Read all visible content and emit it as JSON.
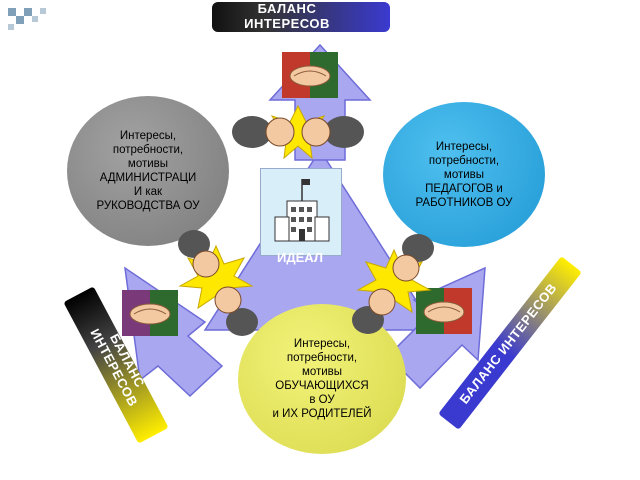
{
  "colors": {
    "arrow_fill": "#a9a7f0",
    "arrow_stroke": "#6e6cd8",
    "circle_admin": "#8e8e8e",
    "circle_teachers": "#2aa9e3",
    "circle_students": "#e6e65a",
    "banner_blue": "#3a3ad0",
    "accent_yellow": "#ffee00"
  },
  "banners": {
    "top": "БАЛАНС\nИНТЕРЕСОВ",
    "left": "БАЛАНС\nИНТЕРЕСОВ",
    "right": "БАЛАНС ИНТЕРЕСОВ"
  },
  "circles": {
    "admin": "Интересы,\nпотребности,\nмотивы\nАДМИНИСТРАЦИ\nИ как\nРУКОВОДСТВА ОУ",
    "teachers": "Интересы,\nпотребности,\nмотивы\nПЕДАГОГОВ и\nРАБОТНИКОВ ОУ",
    "students": "Интересы,\nпотребности,\nмотивы\nОБУЧАЮЩИХСЯ\nв ОУ\nи ИХ РОДИТЕЛЕЙ"
  },
  "center": {
    "label": "ИДЕАЛ"
  },
  "icons": [
    "handshake-icon",
    "fist-clash-icon",
    "school-building-icon"
  ]
}
